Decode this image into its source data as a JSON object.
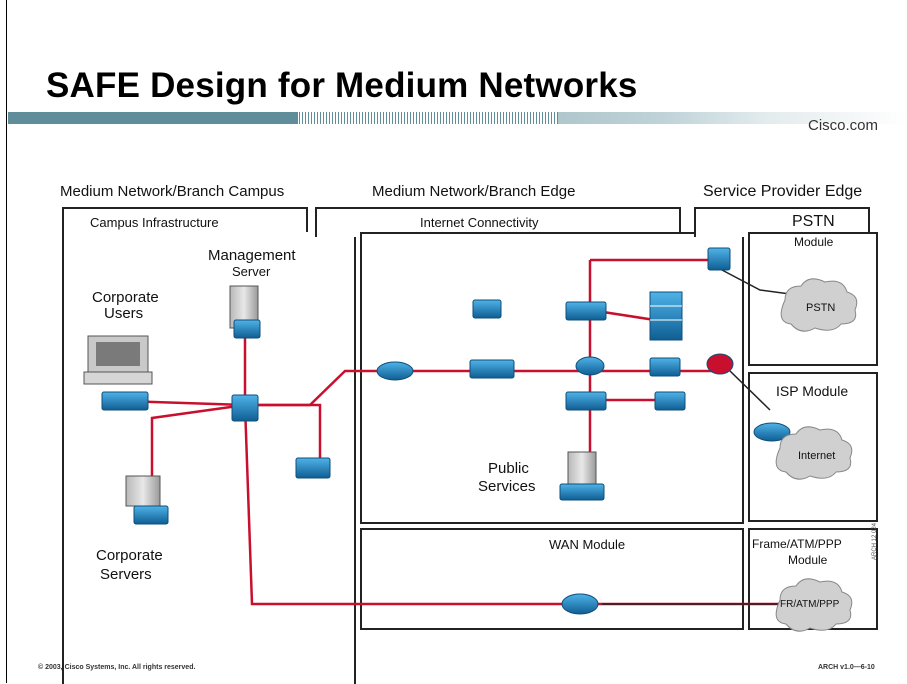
{
  "slide": {
    "title": "SAFE Design for Medium Networks",
    "brand": "Cisco.com",
    "footer_left": "© 2003, Cisco Systems, Inc. All rights reserved.",
    "footer_right": "ARCH v1.0—6-10",
    "figure_code": "ARCH 12 024"
  },
  "columns": {
    "campus": "Medium Network/Branch Campus",
    "edge": "Medium Network/Branch Edge",
    "sp": "Service Provider Edge"
  },
  "modules": {
    "campus_infra": "Campus Infrastructure",
    "internet_conn": "Internet Connectivity",
    "pstn_title": "PSTN",
    "pstn_module": "Module",
    "isp_module": "ISP Module",
    "wan_module": "WAN Module",
    "frame_line1": "Frame/ATM/PPP",
    "frame_line2": "Module"
  },
  "labels": {
    "mgmt_line1": "Management",
    "mgmt_line2": "Server",
    "corp_users_line1": "Corporate",
    "corp_users_line2": "Users",
    "corp_servers_line1": "Corporate",
    "corp_servers_line2": "Servers",
    "public_line1": "Public",
    "public_line2": "Services"
  },
  "clouds": {
    "pstn": "PSTN",
    "internet": "Internet",
    "fr": "FR/ATM/PPP"
  },
  "colors": {
    "link": "#c8102e",
    "device": "#1e88c8",
    "device_dark": "#0d4f7a",
    "cloud": "#d0d0d0"
  }
}
